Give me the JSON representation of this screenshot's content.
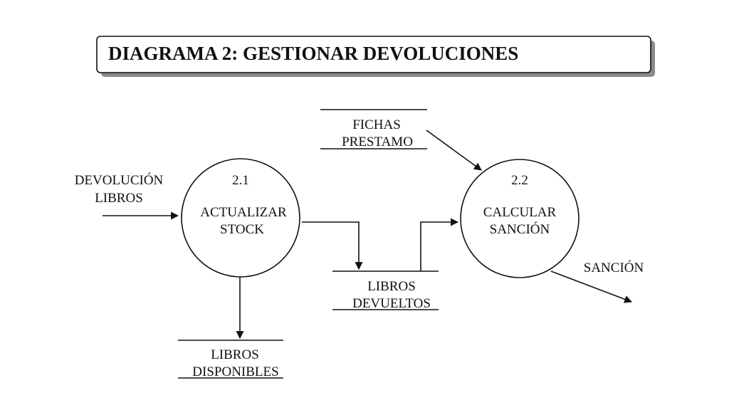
{
  "title": "DIAGRAMA 2: GESTIONAR DEVOLUCIONES",
  "processes": [
    {
      "number": "2.1",
      "line1": "ACTUALIZAR",
      "line2": "STOCK"
    },
    {
      "number": "2.2",
      "line1": "CALCULAR",
      "line2": "SANCIÓN"
    }
  ],
  "data_stores": [
    {
      "line1": "FICHAS",
      "line2": "PRESTAMO"
    },
    {
      "line1": "LIBROS",
      "line2": "DEVUELTOS"
    },
    {
      "line1": "LIBROS",
      "line2": "DISPONIBLES"
    }
  ],
  "external_flows": [
    {
      "line1": "DEVOLUCIÓN",
      "line2": "LIBROS"
    },
    {
      "line1": "SANCIÓN"
    }
  ]
}
